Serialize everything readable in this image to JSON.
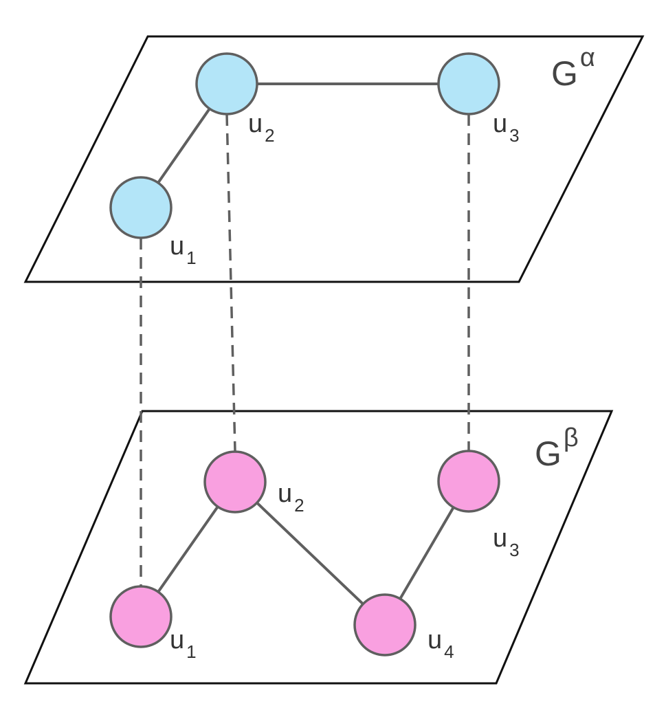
{
  "layers": {
    "top": {
      "base": "G",
      "sup": "α",
      "node_color": "#b3e5f8",
      "nodes": [
        {
          "main": "u",
          "sub": "1"
        },
        {
          "main": "u",
          "sub": "2"
        },
        {
          "main": "u",
          "sub": "3"
        }
      ]
    },
    "bottom": {
      "base": "G",
      "sup": "β",
      "node_color": "#f9a0e0",
      "nodes": [
        {
          "main": "u",
          "sub": "1"
        },
        {
          "main": "u",
          "sub": "2"
        },
        {
          "main": "u",
          "sub": "3"
        },
        {
          "main": "u",
          "sub": "4"
        }
      ]
    }
  },
  "colors": {
    "plane_stroke": "#111111",
    "edge": "#5f5f5f"
  }
}
